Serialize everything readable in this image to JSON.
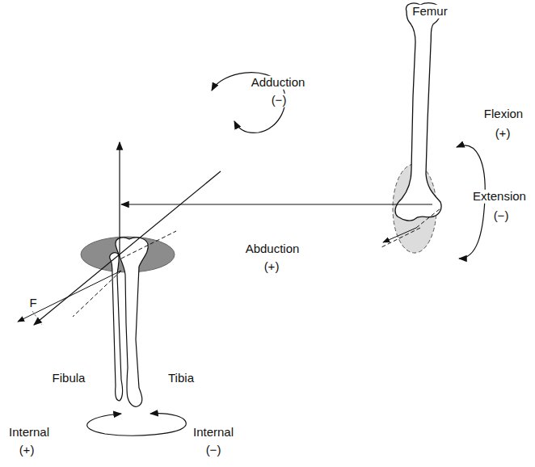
{
  "diagram": {
    "labels": [
      "Femur",
      "Adduction",
      "(−)",
      "Abduction",
      "(+)",
      "Flexion",
      "(+)",
      "Extension",
      "(−)",
      "F",
      "Fibula",
      "Tibia",
      "Internal",
      "(+)",
      "Internal",
      "(−)"
    ]
  }
}
